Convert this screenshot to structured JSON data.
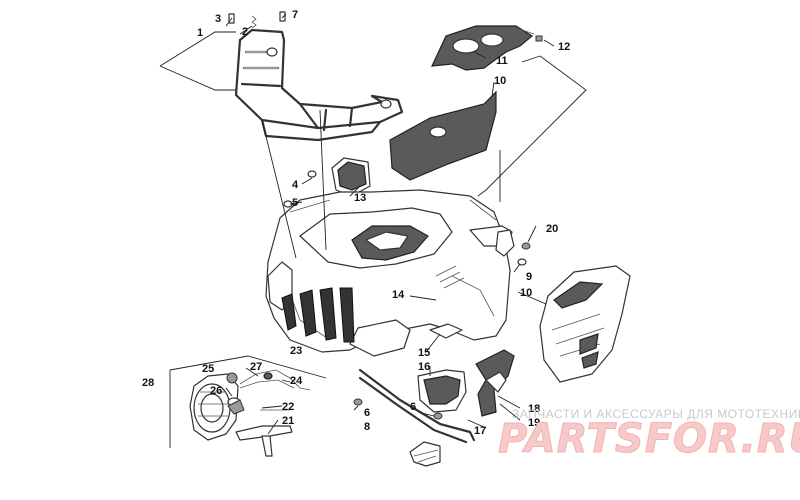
{
  "callouts": {
    "c1": "1",
    "c2": "2",
    "c3": "3",
    "c4": "4",
    "c5": "5",
    "c6a": "6",
    "c6b": "6",
    "c7": "7",
    "c8": "8",
    "c9": "9",
    "c10a": "10",
    "c10b": "10",
    "c11": "11",
    "c12": "12",
    "c13": "13",
    "c14": "14",
    "c15": "15",
    "c16": "16",
    "c17": "17",
    "c18": "18",
    "c19": "19",
    "c20": "20",
    "c21": "21",
    "c22": "22",
    "c23": "23",
    "c24": "24",
    "c25": "25",
    "c26": "26",
    "c27": "27",
    "c28": "28"
  },
  "watermark": {
    "tagline": "ЗАПЧАСТИ И АКСЕССУАРЫ ДЛЯ МОТОТЕХНИКИ",
    "brand": "PARTSFOR.RU"
  },
  "colors": {
    "line": "#333333",
    "grille": "#333333",
    "watermark_brand": "#f7c9c9",
    "watermark_tagline": "#c7cacc"
  }
}
